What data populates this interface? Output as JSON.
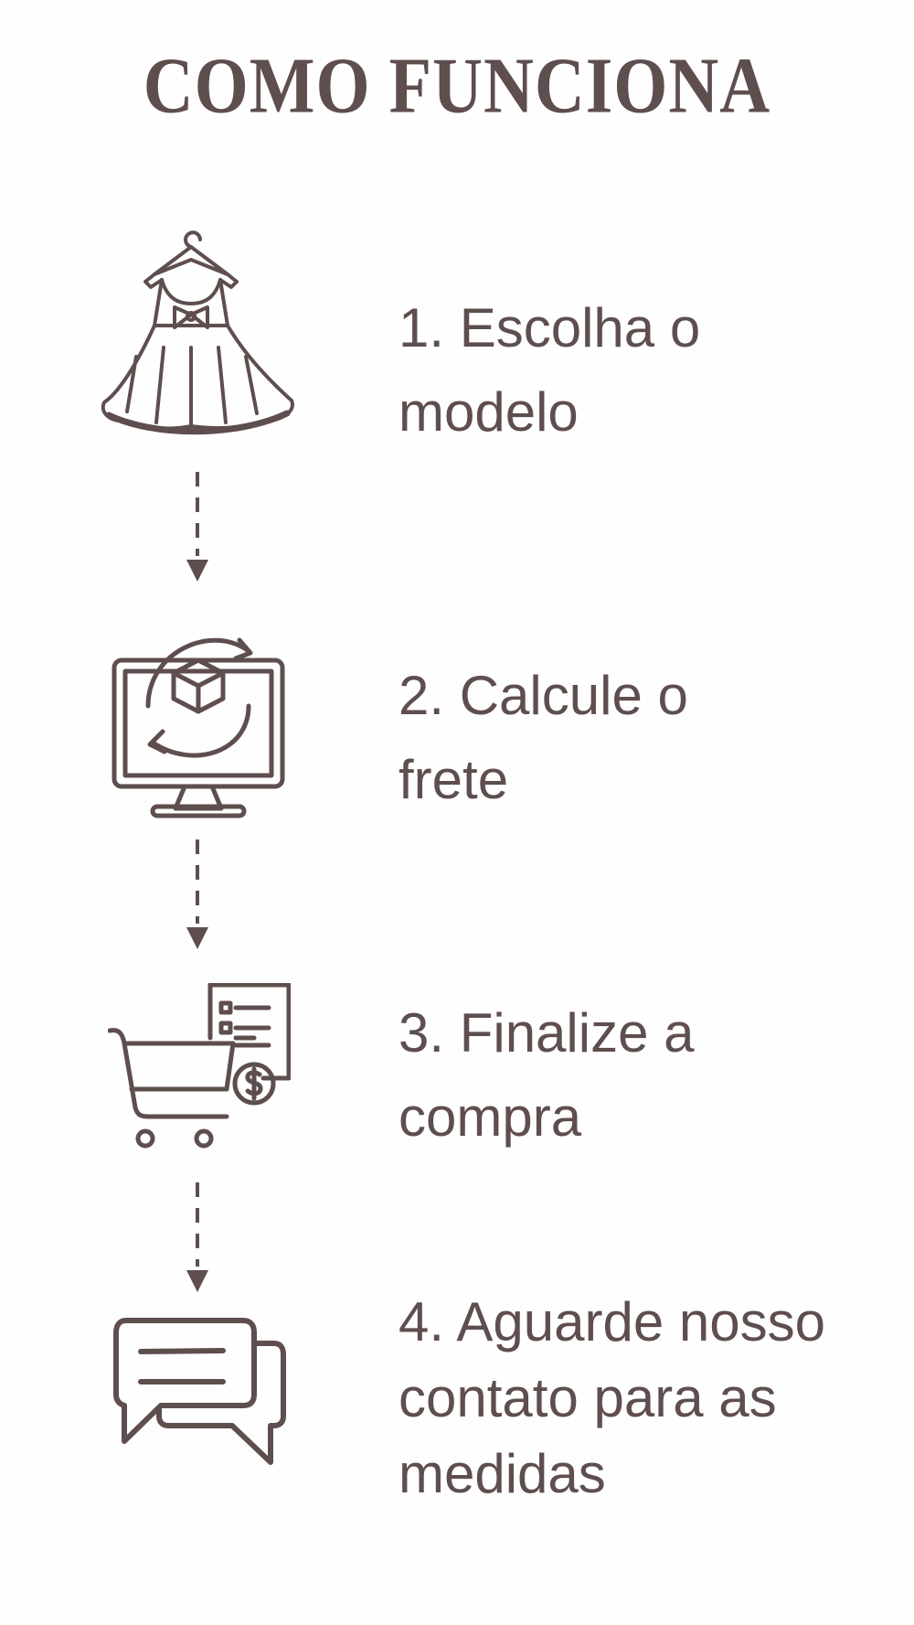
{
  "title": "COMO FUNCIONA",
  "accent_color": "#5f4e4e",
  "steps": [
    {
      "icon": "dress-on-hanger-icon",
      "lines": [
        "1. Escolha o",
        "modelo"
      ]
    },
    {
      "icon": "computer-shipping-icon",
      "lines": [
        "2. Calcule o",
        "frete"
      ]
    },
    {
      "icon": "shopping-cart-invoice-icon",
      "lines": [
        "3. Finalize a",
        "compra"
      ]
    },
    {
      "icon": "chat-bubbles-icon",
      "lines": [
        "4. Aguarde nosso",
        "contato para as",
        "medidas"
      ]
    }
  ]
}
